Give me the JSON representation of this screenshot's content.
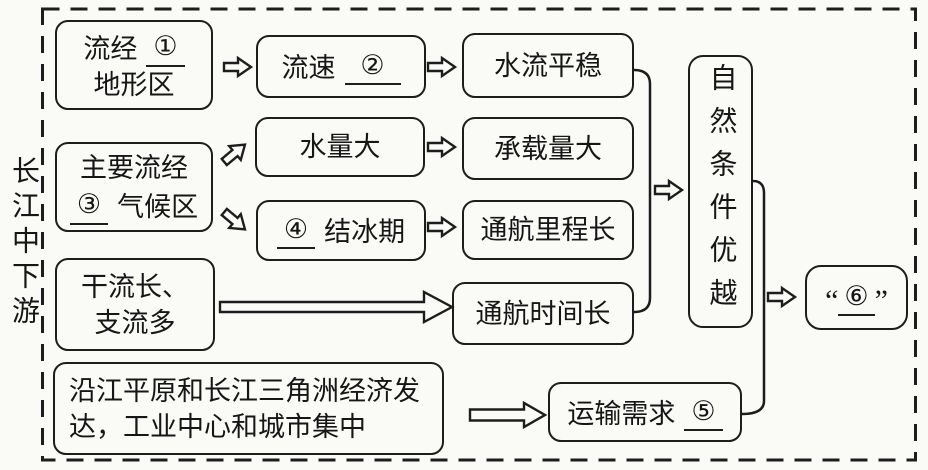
{
  "root": {
    "label": "长江中下游"
  },
  "boxes": {
    "terrain": {
      "prefix": "流经",
      "blank": "①",
      "line2": "地形区"
    },
    "flow_speed": {
      "prefix": "流速",
      "blank": "②"
    },
    "steady_flow": {
      "label": "水流平稳"
    },
    "climate": {
      "line1": "主要流经",
      "blank": "③",
      "suffix": "气候区"
    },
    "water_volume": {
      "label": "水量大"
    },
    "capacity": {
      "label": "承载量大"
    },
    "ice_period": {
      "blank": "④",
      "suffix": "结冰期"
    },
    "mileage": {
      "label": "通航里程长"
    },
    "streams": {
      "line1": "干流长、",
      "line2": "支流多"
    },
    "nav_time": {
      "label": "通航时间长"
    },
    "economy": {
      "line1": "沿江平原和长江三角洲经济发",
      "line2": "达，工业中心和城市集中"
    },
    "transport_demand": {
      "prefix": "运输需求",
      "blank": "⑤"
    },
    "natural_conditions": {
      "label": "自然条件优越"
    },
    "golden_waterway": {
      "open_quote": "“",
      "blank": "⑥",
      "close_quote": "”"
    }
  },
  "colors": {
    "ink": "#1d1d1d",
    "paper": "#fafaf7"
  }
}
